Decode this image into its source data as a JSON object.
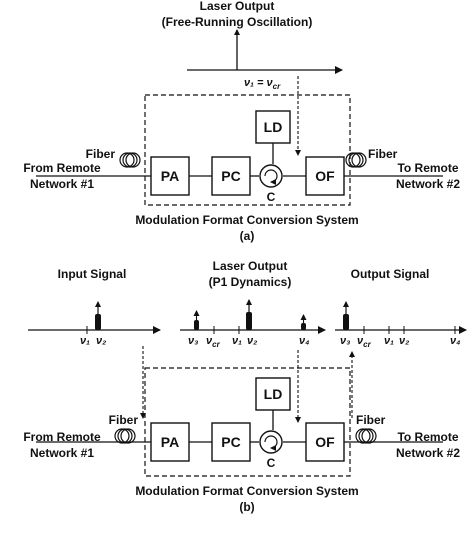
{
  "panel_a": {
    "laser_output_line1": "Laser Output",
    "laser_output_line2": "(Free-Running Oscillation)",
    "nu1_label": "ν₁ = ν",
    "nu1_sub": "cr",
    "fiber_left": "Fiber",
    "fiber_right": "Fiber",
    "from_remote_line1": "From Remote",
    "from_remote_line2": "Network #1",
    "to_remote_line1": "To Remote",
    "to_remote_line2": "Network #2",
    "block_pa": "PA",
    "block_pc": "PC",
    "block_ld": "LD",
    "block_of": "OF",
    "circulator_label": "C",
    "system_label": "Modulation Format Conversion System",
    "caption": "(a)"
  },
  "panel_b": {
    "input_signal": "Input Signal",
    "laser_output_line1": "Laser Output",
    "laser_output_line2": "(P1 Dynamics)",
    "output_signal": "Output Signal",
    "spec1_nu1": "ν₁",
    "spec1_nu2": "ν₂",
    "spec2_nu3": "ν₃",
    "spec2_nucr": "ν",
    "spec2_nucr_sub": "cr",
    "spec2_nu1": "ν₁",
    "spec2_nu2": "ν₂",
    "spec2_nu4": "ν₄",
    "spec3_nu3": "ν₃",
    "spec3_nucr": "ν",
    "spec3_nucr_sub": "cr",
    "spec3_nu1": "ν₁",
    "spec3_nu2": "ν₂",
    "spec3_nu4": "ν₄",
    "fiber_left": "Fiber",
    "fiber_right": "Fiber",
    "from_remote_line1": "From Remote",
    "from_remote_line2": "Network #1",
    "to_remote_line1": "To Remote",
    "to_remote_line2": "Network #2",
    "block_pa": "PA",
    "block_pc": "PC",
    "block_ld": "LD",
    "block_of": "OF",
    "circulator_label": "C",
    "system_label": "Modulation Format Conversion System",
    "caption": "(b)"
  }
}
